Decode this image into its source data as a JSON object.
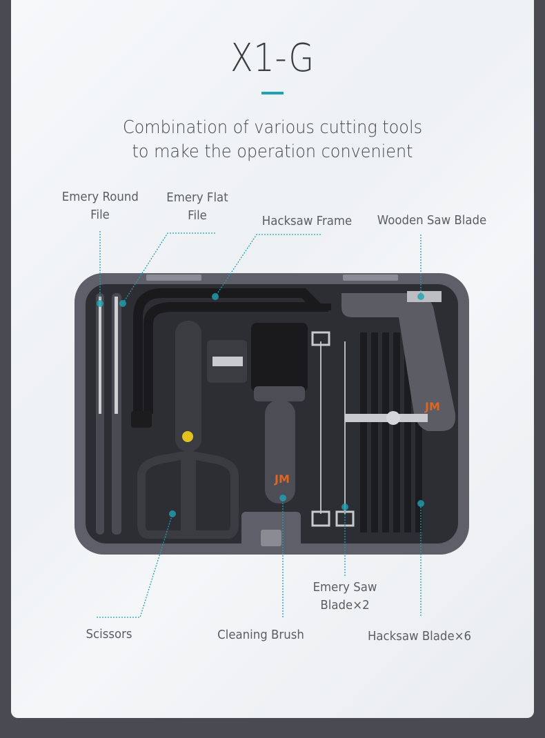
{
  "title": "X1-G",
  "subtitle": [
    "Combination of various cutting tools",
    "to make the operation convenient"
  ],
  "colors": {
    "accent": "#1ea2b4",
    "case": "#5e5f68",
    "tray": "#2d2e33",
    "brand_orange": "#e0651e"
  },
  "labels": {
    "emery_round_file": [
      "Emery Round",
      "File"
    ],
    "emery_flat_file": [
      "Emery Flat",
      "File"
    ],
    "hacksaw_frame": "Hacksaw Frame",
    "wooden_saw_blade": "Wooden Saw Blade",
    "scissors": "Scissors",
    "cleaning_brush": "Cleaning Brush",
    "emery_saw_blade": [
      "Emery Saw",
      "Blade×2"
    ],
    "hacksaw_blade": "Hacksaw Blade×6"
  }
}
